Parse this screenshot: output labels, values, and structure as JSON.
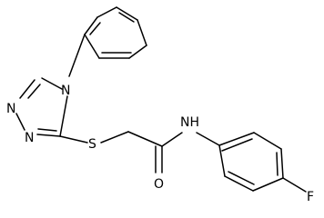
{
  "atoms": {
    "n1": "N",
    "n2": "N",
    "n4": "N",
    "s": "S",
    "o": "O",
    "nh": "NH",
    "f": "F"
  }
}
